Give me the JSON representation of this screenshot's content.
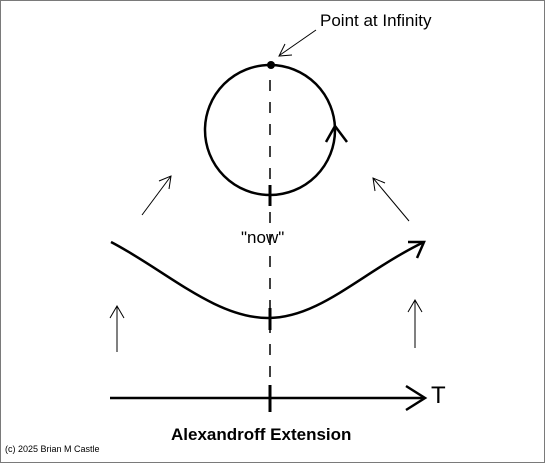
{
  "labels": {
    "point_at_infinity": "Point at Infinity",
    "now": "\"now\"",
    "time_axis": "T",
    "title": "Alexandroff Extension",
    "copyright": "(c) 2025 Brian M Castle"
  },
  "colors": {
    "ink": "#000000",
    "background": "#ffffff",
    "frame": "#7a7a7a"
  }
}
